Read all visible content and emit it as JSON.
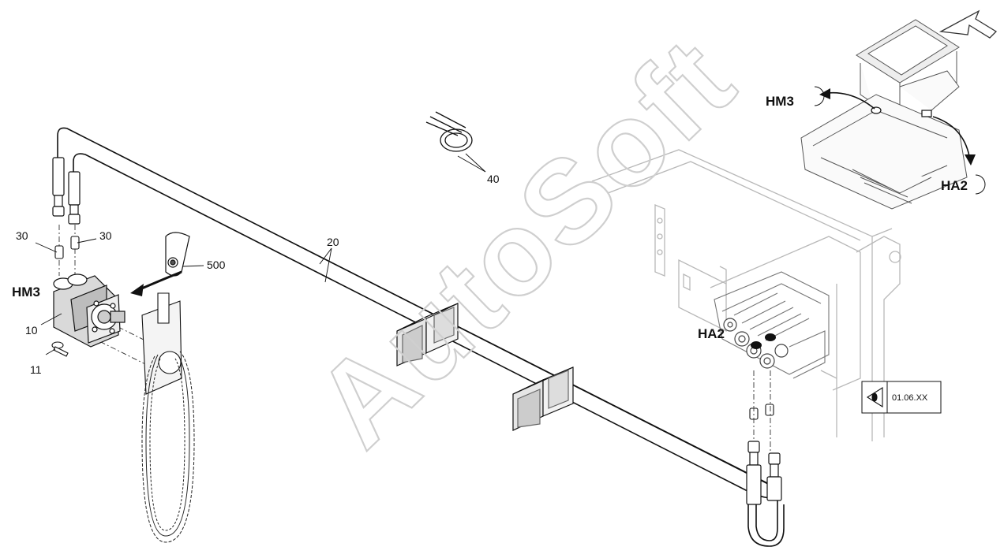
{
  "watermark": "AutoSoft",
  "callouts": {
    "hose": "20",
    "clamp": "40",
    "fitting_left": "30",
    "fitting_right": "30",
    "motor": "10",
    "screw": "11",
    "sealant": "500"
  },
  "components": {
    "motor_left": "HM3",
    "valve_block": "HA2",
    "overview_motor": "HM3",
    "overview_valve": "HA2"
  },
  "view_reference": "01.06.XX",
  "icons": {
    "view_reference": "eye-icon",
    "view_direction": "arrow-icon"
  }
}
